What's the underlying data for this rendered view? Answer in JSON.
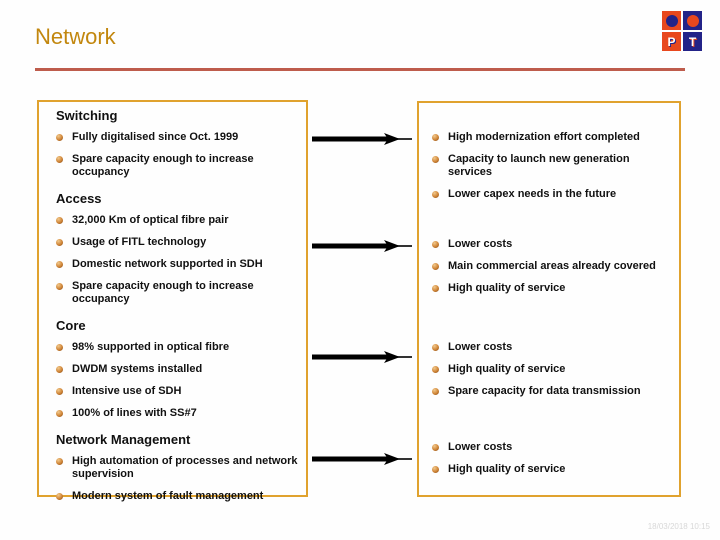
{
  "header": {
    "title": "Network"
  },
  "logo": {
    "letters": {
      "p": "P",
      "t": "T"
    },
    "colors": {
      "orange": "#e8481e",
      "navy": "#232388"
    }
  },
  "left_box": {
    "sections": [
      {
        "heading": "Switching",
        "items": [
          "Fully digitalised since Oct. 1999",
          "Spare capacity enough to increase occupancy"
        ]
      },
      {
        "heading": "Access",
        "items": [
          "32,000 Km of optical fibre pair",
          "Usage of FITL technology",
          "Domestic network supported in SDH",
          "Spare capacity enough to increase occupancy"
        ]
      },
      {
        "heading": "Core",
        "items": [
          "98% supported in optical fibre",
          "DWDM systems installed",
          "Intensive use of SDH",
          "100% of lines with SS#7"
        ]
      },
      {
        "heading": "Network Management",
        "items": [
          "High automation of processes and network supervision",
          "Modern system of fault management"
        ]
      }
    ]
  },
  "right_box": {
    "groups": [
      {
        "items": [
          "High modernization effort completed",
          "Capacity to launch new generation services",
          "Lower capex needs in the future"
        ]
      },
      {
        "items": [
          "Lower costs",
          "Main commercial areas already covered",
          "High quality of service"
        ]
      },
      {
        "items": [
          "Lower costs",
          "High quality of service",
          "Spare capacity for data transmission"
        ]
      },
      {
        "items": [
          "Lower costs",
          "High quality of service"
        ]
      }
    ]
  },
  "footer": {
    "timestamp": "18/03/2018 10:15"
  },
  "colors": {
    "title": "#c2870e",
    "title_rule": "#be5c4c",
    "box_border": "#e0a22e",
    "bullet": "#cf8436",
    "arrow": "#000000",
    "timestamp": "#d8d8d8"
  }
}
